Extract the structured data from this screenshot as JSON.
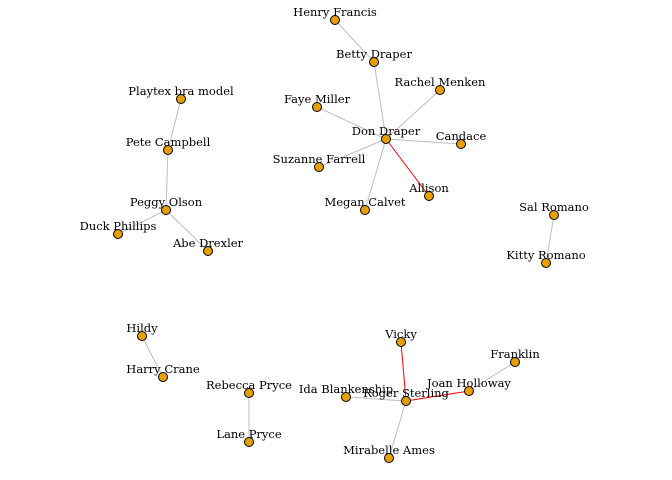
{
  "colors": {
    "node_fill": "#E69F00",
    "node_stroke": "#000000",
    "edge_default": "#BEBEBE",
    "edge_highlight": "#FF0000",
    "background": "#FFFFFF"
  },
  "nodes": [
    {
      "id": "henry-francis",
      "label": "Henry Francis"
    },
    {
      "id": "betty-draper",
      "label": "Betty Draper"
    },
    {
      "id": "rachel-menken",
      "label": "Rachel Menken"
    },
    {
      "id": "faye-miller",
      "label": "Faye Miller"
    },
    {
      "id": "don-draper",
      "label": "Don Draper"
    },
    {
      "id": "candace",
      "label": "Candace"
    },
    {
      "id": "suzanne-farrell",
      "label": "Suzanne Farrell"
    },
    {
      "id": "allison",
      "label": "Allison"
    },
    {
      "id": "megan-calvet",
      "label": "Megan Calvet"
    },
    {
      "id": "playtex-bra-model",
      "label": "Playtex bra model"
    },
    {
      "id": "pete-campbell",
      "label": "Pete Campbell"
    },
    {
      "id": "peggy-olson",
      "label": "Peggy Olson"
    },
    {
      "id": "duck-phillips",
      "label": "Duck Phillips"
    },
    {
      "id": "abe-drexler",
      "label": "Abe Drexler"
    },
    {
      "id": "sal-romano",
      "label": "Sal Romano"
    },
    {
      "id": "kitty-romano",
      "label": "Kitty Romano"
    },
    {
      "id": "hildy",
      "label": "Hildy"
    },
    {
      "id": "harry-crane",
      "label": "Harry Crane"
    },
    {
      "id": "rebecca-pryce",
      "label": "Rebecca Pryce"
    },
    {
      "id": "lane-pryce",
      "label": "Lane Pryce"
    },
    {
      "id": "vicky",
      "label": "Vicky"
    },
    {
      "id": "franklin",
      "label": "Franklin"
    },
    {
      "id": "ida-blankenship",
      "label": "Ida Blankenship"
    },
    {
      "id": "roger-sterling",
      "label": "Roger Sterling"
    },
    {
      "id": "joan-holloway",
      "label": "Joan Holloway"
    },
    {
      "id": "mirabelle-ames",
      "label": "Mirabelle Ames"
    }
  ],
  "edges": [
    {
      "source": "henry-francis",
      "target": "betty-draper",
      "highlight": false
    },
    {
      "source": "betty-draper",
      "target": "don-draper",
      "highlight": false
    },
    {
      "source": "rachel-menken",
      "target": "don-draper",
      "highlight": false
    },
    {
      "source": "faye-miller",
      "target": "don-draper",
      "highlight": false
    },
    {
      "source": "candace",
      "target": "don-draper",
      "highlight": false
    },
    {
      "source": "suzanne-farrell",
      "target": "don-draper",
      "highlight": false
    },
    {
      "source": "megan-calvet",
      "target": "don-draper",
      "highlight": false
    },
    {
      "source": "allison",
      "target": "don-draper",
      "highlight": true
    },
    {
      "source": "playtex-bra-model",
      "target": "pete-campbell",
      "highlight": false
    },
    {
      "source": "pete-campbell",
      "target": "peggy-olson",
      "highlight": false
    },
    {
      "source": "peggy-olson",
      "target": "duck-phillips",
      "highlight": false
    },
    {
      "source": "peggy-olson",
      "target": "abe-drexler",
      "highlight": false
    },
    {
      "source": "sal-romano",
      "target": "kitty-romano",
      "highlight": false
    },
    {
      "source": "hildy",
      "target": "harry-crane",
      "highlight": false
    },
    {
      "source": "rebecca-pryce",
      "target": "lane-pryce",
      "highlight": false
    },
    {
      "source": "vicky",
      "target": "roger-sterling",
      "highlight": true
    },
    {
      "source": "joan-holloway",
      "target": "roger-sterling",
      "highlight": true
    },
    {
      "source": "joan-holloway",
      "target": "franklin",
      "highlight": false
    },
    {
      "source": "ida-blankenship",
      "target": "roger-sterling",
      "highlight": false
    },
    {
      "source": "mirabelle-ames",
      "target": "roger-sterling",
      "highlight": false
    }
  ]
}
